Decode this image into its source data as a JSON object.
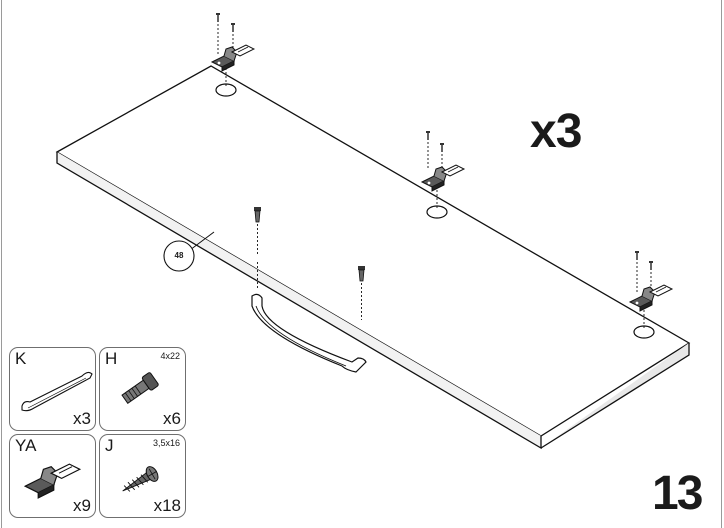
{
  "multiplier": "x3",
  "step_number": "13",
  "part_label": "48",
  "hardware": [
    {
      "letter": "K",
      "size": "",
      "qty": "x3",
      "icon": "handle-icon"
    },
    {
      "letter": "H",
      "size": "4x22",
      "qty": "x6",
      "icon": "bolt-icon"
    },
    {
      "letter": "YA",
      "size": "",
      "qty": "x9",
      "icon": "hinge-icon"
    },
    {
      "letter": "J",
      "size": "3,5x16",
      "qty": "x18",
      "icon": "screw-icon"
    }
  ]
}
